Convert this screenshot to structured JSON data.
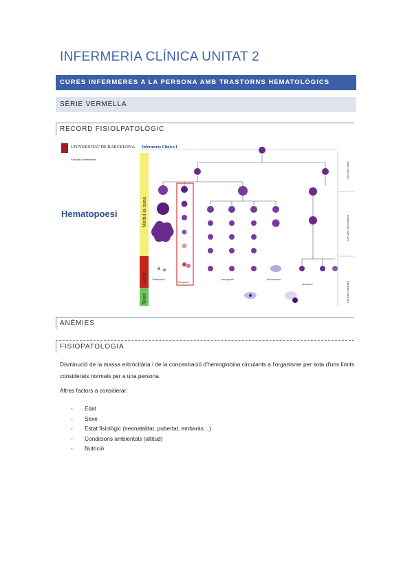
{
  "title": "INFERMERIA CLÍNICA UNITAT 2",
  "blue_bar": "CURES INFERMERES A LA PERSONA AMB TRASTORNS HEMATOLÒGICS",
  "grey_bar": "SÈRIE VERMELLA",
  "section1": "RECORD FISIOLPATOLÒGIC",
  "figure": {
    "university": "UNIVERSITAT DE BARCELONA",
    "faculty": "Facultat d'Infermeria",
    "header": "Infermeria Clínica I",
    "big_label": "Hematopoesi",
    "band_medul": "Medul·la òsea",
    "band_sang": "Sang",
    "band_teixit": "Teixit",
    "right1": "Cèl·lules mare",
    "right2": "Cèl·lules precursores",
    "right3": "Cèl·lules madures",
    "eritro": "Eritropoesi",
    "trombo": "Trombopoesi",
    "granulo": "Granulopoesi",
    "mono": "Monocitopoesi",
    "limfo": "Limfopoesi",
    "colors": {
      "yellow": "#f5ee7a",
      "red_band": "#c5261c",
      "green": "#6ec25a",
      "cell": "#6b2a8c",
      "frame": "#d63a2e"
    }
  },
  "section2": "ANÈMIES",
  "section3": "FISIOPATOLOGIA",
  "para1": "Disminució de la massa eritròcitària i de la concentració d'hemoglobina circulants a l'organisme per sota d'uns límits considerats normals per a una persona.",
  "para2": "Altres factors a considerar:",
  "factors": [
    "Edat",
    "Sexe",
    "Estat fisiològic (neonatalitat, pubertat, embaràs…)",
    "Condicions ambientals (altitud)",
    "Nutrició"
  ]
}
